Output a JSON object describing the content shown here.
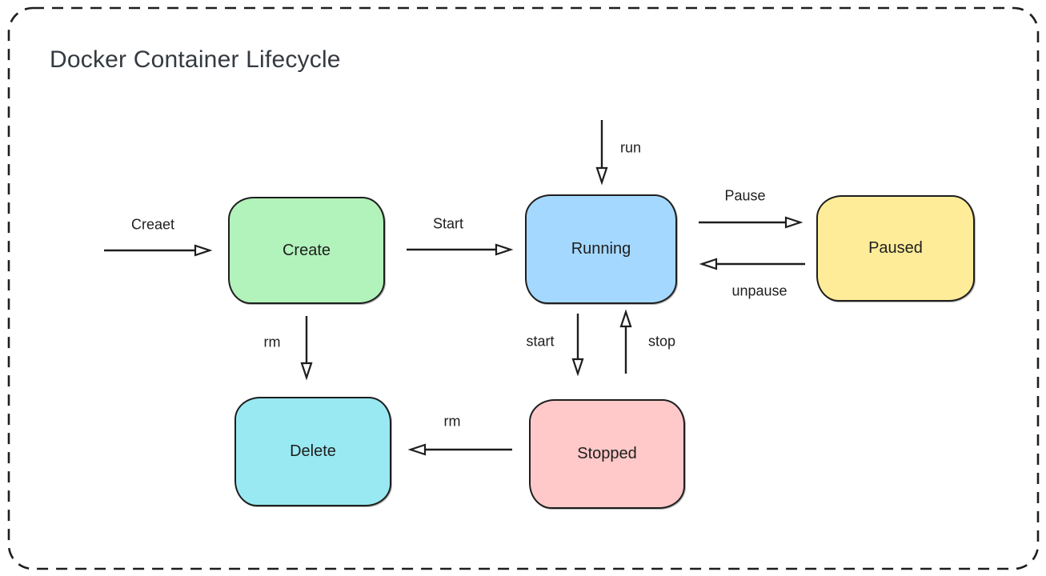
{
  "title": "Docker Container Lifecycle",
  "colors": {
    "ink": "#1e1e1e",
    "title_text": "#343a40",
    "background": "#ffffff",
    "node_green": "#b2f2bb",
    "node_blue": "#a5d8ff",
    "node_yellow": "#ffec99",
    "node_cyan": "#99e9f2",
    "node_pink": "#ffc9c9"
  },
  "nodes": [
    {
      "id": "create",
      "label": "Create",
      "fill": "#b2f2bb"
    },
    {
      "id": "running",
      "label": "Running",
      "fill": "#a5d8ff"
    },
    {
      "id": "paused",
      "label": "Paused",
      "fill": "#ffec99"
    },
    {
      "id": "delete",
      "label": "Delete",
      "fill": "#99e9f2"
    },
    {
      "id": "stopped",
      "label": "Stopped",
      "fill": "#ffc9c9"
    }
  ],
  "edges": [
    {
      "label": "Creaet",
      "from": "start",
      "to": "create",
      "direction": "right"
    },
    {
      "label": "Start",
      "from": "create",
      "to": "running",
      "direction": "right"
    },
    {
      "label": "run",
      "from": "start",
      "to": "running",
      "direction": "down"
    },
    {
      "label": "Pause",
      "from": "running",
      "to": "paused",
      "direction": "right"
    },
    {
      "label": "unpause",
      "from": "paused",
      "to": "running",
      "direction": "left"
    },
    {
      "label": "rm",
      "from": "create",
      "to": "delete",
      "direction": "down"
    },
    {
      "label": "start",
      "from": "running",
      "to": "stopped",
      "direction": "down"
    },
    {
      "label": "stop",
      "from": "stopped",
      "to": "running",
      "direction": "up"
    },
    {
      "label": "rm",
      "from": "stopped",
      "to": "delete",
      "direction": "left"
    }
  ]
}
